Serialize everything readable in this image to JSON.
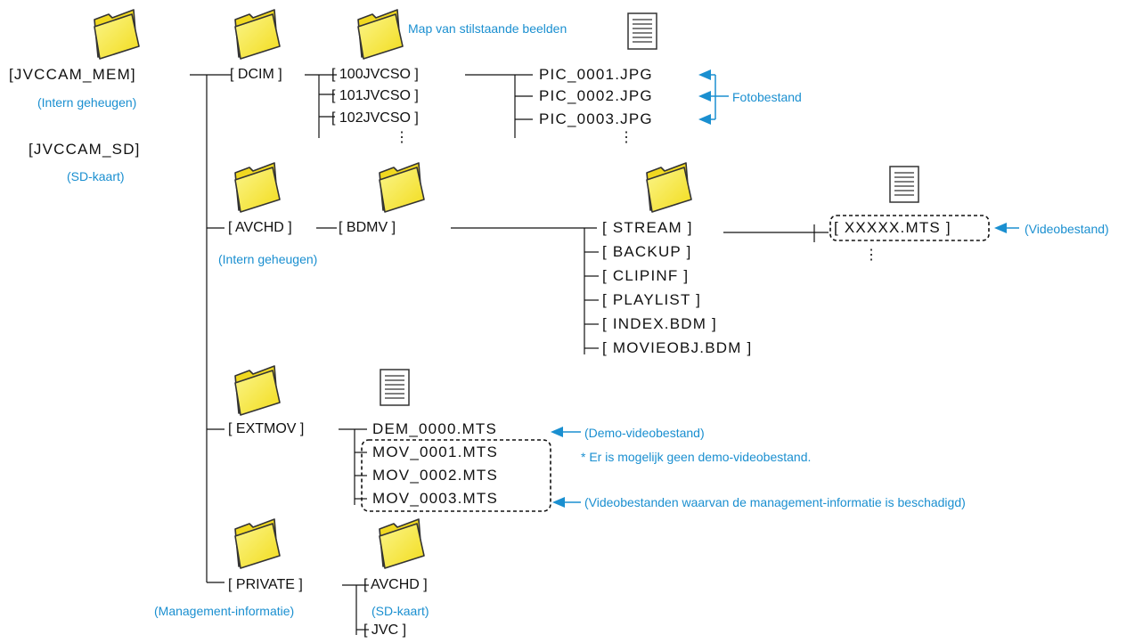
{
  "colors": {
    "accent": "#1a8fd0",
    "folder_fill": "#f6e93c",
    "folder_stroke": "#333333",
    "line": "#111111"
  },
  "icons": {
    "folder": "folder-icon",
    "file": "document-icon",
    "arrow": "arrow-left-icon"
  },
  "root": {
    "mem_label": "[JVCCAM_MEM]",
    "mem_note": "(Intern geheugen)",
    "sd_label": "[JVCCAM_SD]",
    "sd_note": "(SD-kaart)"
  },
  "dcim": {
    "label": "[ DCIM ]",
    "folder_note": "Map van stilstaande beelden",
    "subfolders": [
      "[ 100JVCSO ]",
      "[ 101JVCSO ]",
      "[ 102JVCSO ]"
    ],
    "files": [
      "PIC_0001.JPG",
      "PIC_0002.JPG",
      "PIC_0003.JPG"
    ],
    "files_note": "Fotobestand",
    "ellipsis": "⋮"
  },
  "avchd": {
    "label": "[ AVCHD ]",
    "note": "(Intern geheugen)",
    "bdmv": "[ BDMV ]",
    "children": [
      "[ STREAM ]",
      "[ BACKUP ]",
      "[ CLIPINF ]",
      "[ PLAYLIST ]",
      "[ INDEX.BDM ]",
      "[ MOVIEOBJ.BDM ]"
    ],
    "stream_file": "[ XXXXX.MTS ]",
    "stream_note": "(Videobestand)"
  },
  "extmov": {
    "label": "[ EXTMOV ]",
    "files": [
      "DEM_0000.MTS",
      "MOV_0001.MTS",
      "MOV_0002.MTS",
      "MOV_0003.MTS"
    ],
    "demo_note": "(Demo-videobestand)",
    "demo_footnote": "* Er is mogelijk geen demo-videobestand.",
    "damaged_note": "(Videobestanden waarvan de management-informatie is beschadigd)"
  },
  "private": {
    "label": "[ PRIVATE ]",
    "note": "(Management-informatie)",
    "children": [
      "[ AVCHD ]",
      "[ JVC ]"
    ],
    "avchd_note": "(SD-kaart)"
  }
}
